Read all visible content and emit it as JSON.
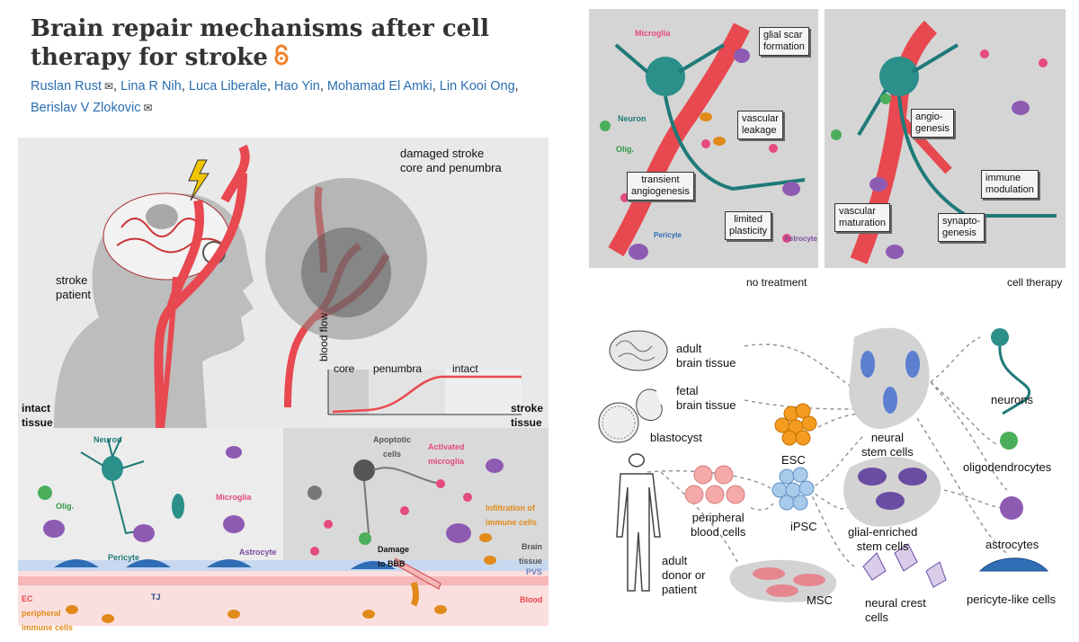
{
  "article": {
    "title": "Brain repair mechanisms after cell therapy for stroke",
    "authors": [
      "Ruslan Rust",
      "Lina R Nih",
      "Luca Liberale",
      "Hao Yin",
      "Mohamad El Amki",
      "Lin Kooi Ong",
      "Berislav V Zlokovic"
    ],
    "author_seps": [
      ", ",
      ", ",
      ", ",
      ", ",
      ", ",
      ", ",
      ""
    ],
    "mail_authors": [
      "Ruslan Rust",
      "Berislav V Zlokovic"
    ]
  },
  "colors": {
    "link": "#2a6db0",
    "vessel": "#e8484f",
    "neuron": "#1f7a78",
    "astrocyte": "#7d4a9c",
    "oa": "#f0822a"
  },
  "icons": [
    "open-access-icon",
    "mail-icon",
    "lightning-icon",
    "brain-icon",
    "embryo-icon"
  ],
  "left_figure": {
    "stroke_patient": "stroke\npatient",
    "damaged_label": "damaged stroke\ncore and penumbra",
    "graph": {
      "ylabel": "blood flow",
      "regions": [
        "core",
        "penumbra",
        "intact"
      ]
    },
    "intact_tissue": "intact\ntissue",
    "stroke_tissue": "stroke\ntissue",
    "cells": {
      "neuron": "Neuron",
      "olig": "Olig.",
      "microglia": "Microglia",
      "pericyte": "Pericyte",
      "astrocyte": "Astrocyte",
      "tj": "TJ",
      "ec": "EC",
      "peripheral": "peripheral\nimmune cells"
    },
    "damage": {
      "apoptotic": "Apoptotic\ncells",
      "activated": "Activated\nmicroglia",
      "infiltration": "Infiltration of\nimmune cells",
      "brain_tissue": "Brain\ntissue",
      "pvs": "PVS",
      "blood": "Blood",
      "bbb": "Damage\nto BBB"
    }
  },
  "right_top": {
    "no_treatment": "no treatment",
    "cell_therapy": "cell therapy",
    "labels_left": {
      "microglia": "Microglia",
      "neuron": "Neuron",
      "olig": "Olig.",
      "pericyte": "Pericyte",
      "astrocyte": "Astrocyte"
    },
    "boxes_left": [
      "glial scar\nformation",
      "vascular\nleakage",
      "transient\nangiogenesis",
      "limited\nplasticity"
    ],
    "boxes_right": [
      "angio-\ngenesis",
      "immune\nmodulation",
      "vascular\nmaturation",
      "synapto-\ngenesis"
    ]
  },
  "right_bottom": {
    "sources": {
      "adult_brain": "adult\nbrain tissue",
      "fetal_brain": "fetal\nbrain tissue",
      "blastocyst": "blastocyst",
      "esc": "ESC",
      "ipsc": "iPSC",
      "pbc": "peripheral\nblood cells",
      "donor": "adult\ndonor or\npatient",
      "msc": "MSC"
    },
    "intermediates": {
      "nsc": "neural\nstem cells",
      "gesc": "glial-enriched\nstem cells",
      "ncc": "neural crest\ncells"
    },
    "targets": {
      "neurons": "neurons",
      "oligo": "oligodendrocytes",
      "astro": "astrocytes",
      "pericyte_like": "pericyte-like cells"
    }
  }
}
